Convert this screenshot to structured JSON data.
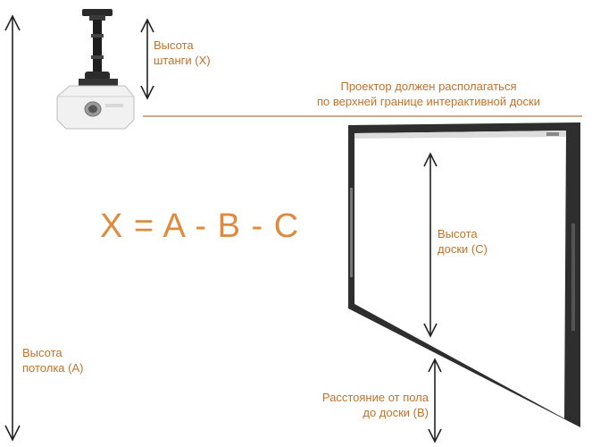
{
  "colors": {
    "label": "#c0722a",
    "formula": "#e08a3c",
    "line": "#b9906a",
    "arrow": "#222222",
    "board_frame": "#2b2b2b",
    "board_surface": "#ffffff"
  },
  "labels": {
    "rod_height": [
      "Высота",
      "штанги (X)"
    ],
    "projector_note": [
      "Проектор должен располагаться",
      "по верхней границе интерактивной доски"
    ],
    "formula": "X = A - B - C",
    "board_height": [
      "Высота",
      "доски (С)"
    ],
    "ceiling_height": [
      "Высота",
      "потолка (А)"
    ],
    "floor_distance": [
      "Расстояние от пола",
      "до доски (B)"
    ]
  }
}
